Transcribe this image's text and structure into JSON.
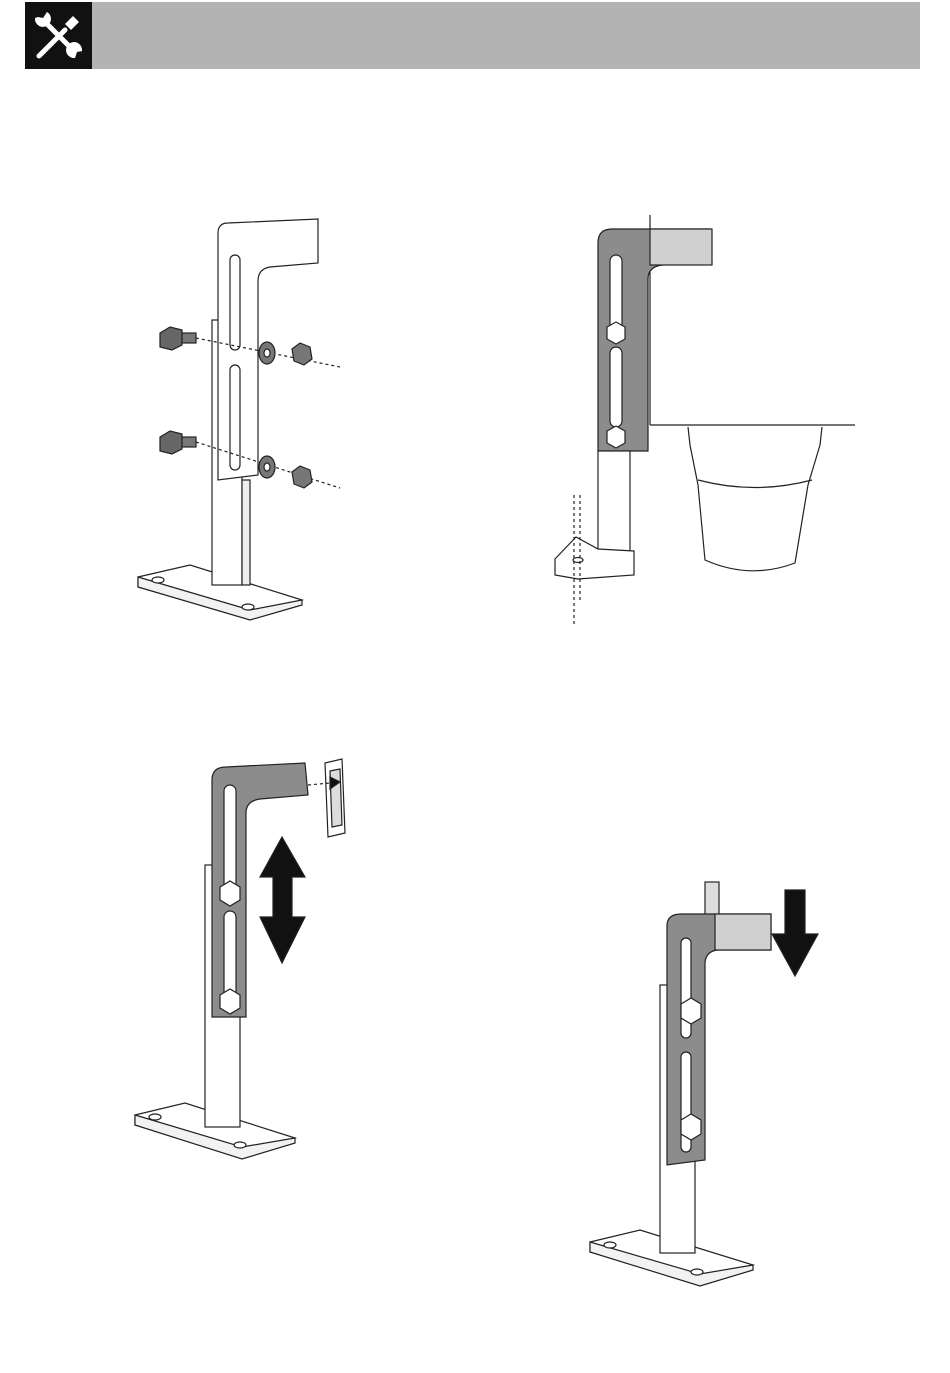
{
  "header": {
    "icon": "tools-icon",
    "colors": {
      "bar": "#b3b3b3",
      "icon_bg": "#111111"
    }
  },
  "figures": [
    {
      "name": "figure-bracket-bolts-exploded"
    },
    {
      "name": "figure-bracket-mounted-to-appliance"
    },
    {
      "name": "figure-bracket-height-adjust"
    },
    {
      "name": "figure-bracket-insert-down"
    }
  ],
  "colors": {
    "bracket_dark": "#8c8c8c",
    "bracket_light": "#d0d0d0",
    "line": "#222222"
  }
}
